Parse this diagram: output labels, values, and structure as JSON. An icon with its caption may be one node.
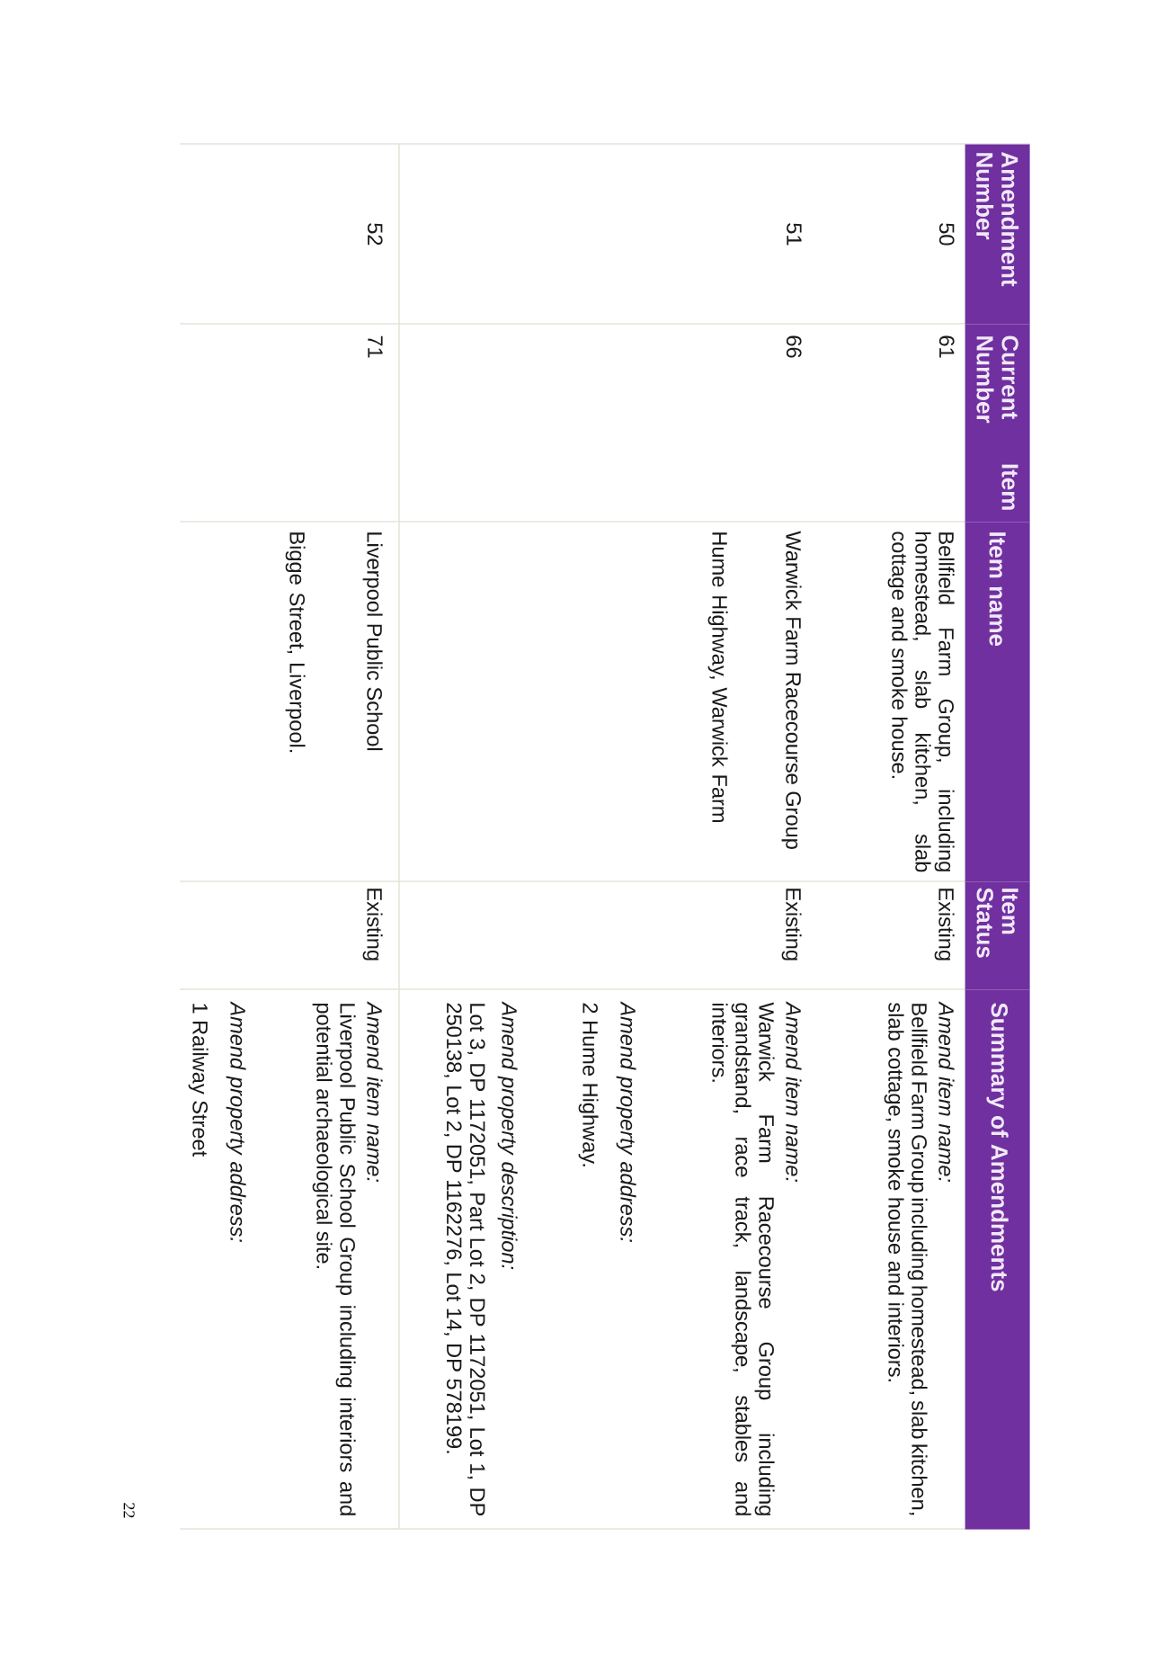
{
  "diagram": {
    "labels": [
      "Amendment Number",
      "Current Item Number",
      "Item name",
      "Item Status",
      "Summary of Amendments",
      "50",
      "61",
      "Bellfield Farm Group, including homestead, slab kitchen, slab cottage and smoke house.",
      "Existing",
      "Amend item name:",
      "Bellfield Farm Group including homestead, slab kitchen, slab cottage, smoke house and interiors.",
      "51",
      "66",
      "Warwick Farm Racecourse Group",
      "Hume Highway, Warwick Farm",
      "Existing",
      "Amend item name:",
      "Warwick Farm Racecourse Group including grandstand, race track, landscape, stables and interiors.",
      "Amend property address:",
      "2 Hume Highway.",
      "Amend property description:",
      "Lot 3, DP 1172051, Part Lot 2, DP 1172051, Lot 1, DP 250138, Lot 2, DP 1162276, Lot 14, DP 578199.",
      "52",
      "71",
      "Liverpool Public School",
      "Bigge Street, Liverpool.",
      "Existing",
      "Amend item name:",
      "Liverpool Public School Group including interiors and potential archaeological site.",
      "Amend property address:",
      "1 Railway Street",
      "22"
    ]
  }
}
